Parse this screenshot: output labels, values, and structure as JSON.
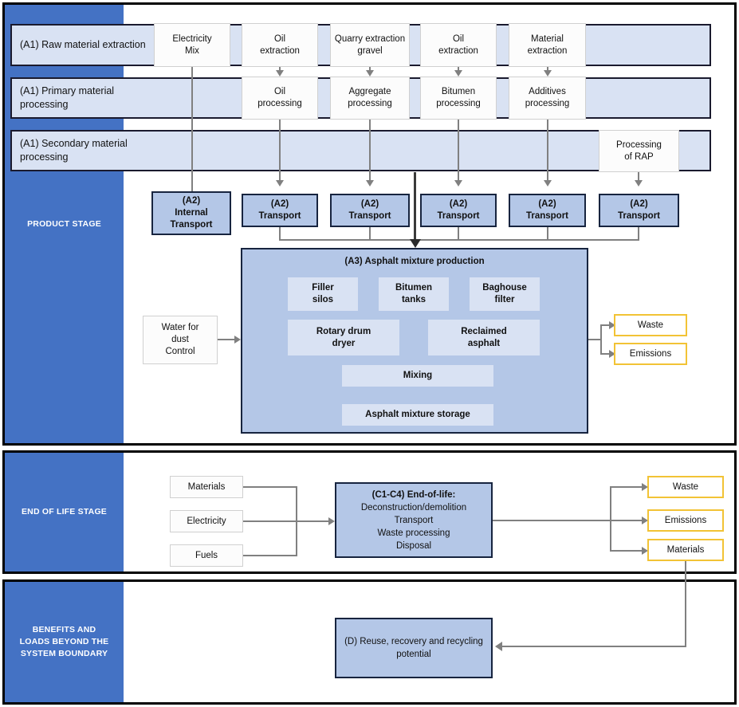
{
  "diagram": {
    "title": "Asphalt mixture LCA system boundary flow diagram",
    "colors": {
      "stage_blue": "#4472C4",
      "band_fill": "#D9E2F3",
      "block_fill": "#B4C7E7",
      "sub_fill": "#D9E2F3",
      "yellow_border": "#F2C335",
      "connector_gray": "#808080",
      "frame_black": "#000000"
    }
  },
  "stages": {
    "product": "PRODUCT STAGE",
    "end_of_life": "END OF LIFE STAGE",
    "benefits": "BENEFITS AND LOADS BEYOND THE SYSTEM BOUNDARY",
    "benefits_lines": [
      "BENEFITS AND",
      "LOADS BEYOND",
      "THE SYSTEM",
      "BOUNDARY"
    ]
  },
  "rows": {
    "raw_material": "(A1) Raw material extraction",
    "primary_material": "(A1) Primary material processing",
    "secondary_material": "(A1) Secondary material processing"
  },
  "raw_material_boxes": [
    {
      "line1": "Electricity",
      "line2": "Mix"
    },
    {
      "line1": "Oil",
      "line2": "extraction"
    },
    {
      "line1": "Quarry extraction",
      "line2": "gravel"
    },
    {
      "line1": "Oil",
      "line2": "extraction"
    },
    {
      "line1": "Material",
      "line2": "extraction"
    }
  ],
  "primary_processing_boxes": [
    {
      "line1": "Oil",
      "line2": "processing"
    },
    {
      "line1": "Aggregate",
      "line2": "processing"
    },
    {
      "line1": "Bitumen",
      "line2": "processing"
    },
    {
      "line1": "Additives",
      "line2": "processing"
    }
  ],
  "secondary_processing_boxes": [
    {
      "line1": "Processing",
      "line2": "of RAP"
    }
  ],
  "transport_boxes": [
    {
      "line1": "(A2)",
      "line2": "Internal",
      "line3": "Transport"
    },
    {
      "line1": "(A2)",
      "line2": "Transport"
    },
    {
      "line1": "(A2)",
      "line2": "Transport"
    },
    {
      "line1": "(A2)",
      "line2": "Transport"
    },
    {
      "line1": "(A2)",
      "line2": "Transport"
    },
    {
      "line1": "(A2)",
      "line2": "Transport"
    }
  ],
  "production": {
    "title": "(A3) Asphalt mixture production",
    "sub_boxes": [
      {
        "line1": "Filler",
        "line2": "silos"
      },
      {
        "line1": "Bitumen",
        "line2": "tanks"
      },
      {
        "line1": "Baghouse",
        "line2": "filter"
      },
      {
        "line1": "Rotary drum",
        "line2": "dryer"
      },
      {
        "line1": "Reclaimed",
        "line2": "asphalt"
      },
      {
        "line1": "Mixing",
        "line2": ""
      },
      {
        "line1": "Asphalt mixture storage",
        "line2": ""
      }
    ]
  },
  "water_input": {
    "line1": "Water for",
    "line2": "dust",
    "line3": "Control"
  },
  "production_outputs": [
    "Waste",
    "Emissions"
  ],
  "eol_inputs": [
    "Materials",
    "Electricity",
    "Fuels"
  ],
  "eol_block": {
    "title": "(C1-C4) End-of-life:",
    "lines": [
      "Deconstruction/demolition",
      "Transport",
      "Waste processing",
      "Disposal"
    ]
  },
  "eol_outputs": [
    "Waste",
    "Emissions",
    "Materials"
  ],
  "module_d": {
    "line1": "(D) Reuse, recovery and recycling",
    "line2": "potential"
  }
}
